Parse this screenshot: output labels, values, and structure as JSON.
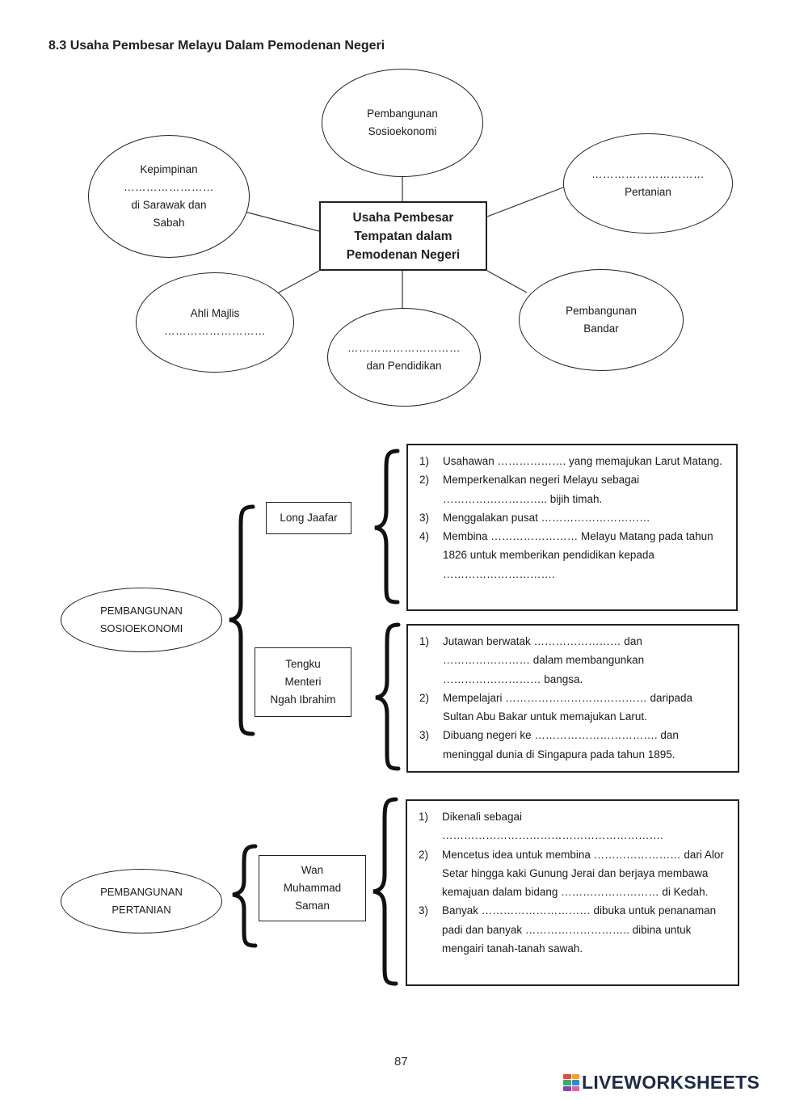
{
  "page": {
    "title": "8.3  Usaha Pembesar Melayu Dalam Pemodenan Negeri",
    "page_number": "87",
    "logo_text": "LIVEWORKSHEETS"
  },
  "mindmap": {
    "center": [
      "Usaha Pembesar",
      "Tempatan dalam",
      "Pemodenan Negeri"
    ],
    "top": [
      "Pembangunan",
      "Sosioekonomi"
    ],
    "left": [
      "Kepimpinan",
      "……………………",
      "di Sarawak dan",
      "Sabah"
    ],
    "right": [
      "…………………………",
      "Pertanian"
    ],
    "bottom_left": [
      "Ahli Majlis",
      "………………………"
    ],
    "bottom": [
      "…………………………",
      "dan Pendidikan"
    ],
    "bottom_right": [
      "Pembangunan",
      "Bandar"
    ]
  },
  "section1": {
    "category": [
      "PEMBANGUNAN",
      "SOSIOEKONOMI"
    ],
    "person1": [
      "Long Jaafar"
    ],
    "person1_items": [
      {
        "num": "1)",
        "text": "Usahawan ………………. yang memajukan Larut Matang."
      },
      {
        "num": "2)",
        "text": "Memperkenalkan negeri Melayu sebagai ……………………….. bijih timah."
      },
      {
        "num": "3)",
        "text": "Menggalakan pusat …………………………"
      },
      {
        "num": "4)",
        "text": "Membina …………………… Melayu Matang pada tahun 1826 untuk memberikan pendidikan kepada …………………………."
      }
    ],
    "person2": [
      "Tengku",
      "Menteri",
      "Ngah Ibrahim"
    ],
    "person2_items": [
      {
        "num": "1)",
        "text": "Jutawan berwatak …………………… dan …………………… dalam membangunkan ……………………… bangsa."
      },
      {
        "num": "2)",
        "text": "Mempelajari ………………………………… daripada Sultan Abu Bakar untuk memajukan Larut."
      },
      {
        "num": "3)",
        "text": "Dibuang negeri ke ……………………………. dan meninggal dunia di Singapura pada tahun 1895."
      }
    ]
  },
  "section2": {
    "category": [
      "PEMBANGUNAN",
      "PERTANIAN"
    ],
    "person": [
      "Wan",
      "Muhammad",
      "Saman"
    ],
    "items": [
      {
        "num": "1)",
        "text": "Dikenali sebagai ……………………………………………………."
      },
      {
        "num": "2)",
        "text": "Mencetus idea untuk membina …………………… dari Alor Setar hingga kaki Gunung Jerai dan berjaya membawa kemajuan dalam bidang ……………………… di Kedah."
      },
      {
        "num": "3)",
        "text": "Banyak ………………………… dibuka untuk penanaman padi dan banyak ……………………….. dibina untuk mengairi tanah-tanah sawah."
      }
    ]
  },
  "colors": {
    "ink": "#222222",
    "logo_text": "#1f2a44",
    "logo_mark": [
      "#e94b3c",
      "#f7a21b",
      "#2fb36b",
      "#2a8be0",
      "#8e44ad",
      "#f25a9c"
    ]
  }
}
